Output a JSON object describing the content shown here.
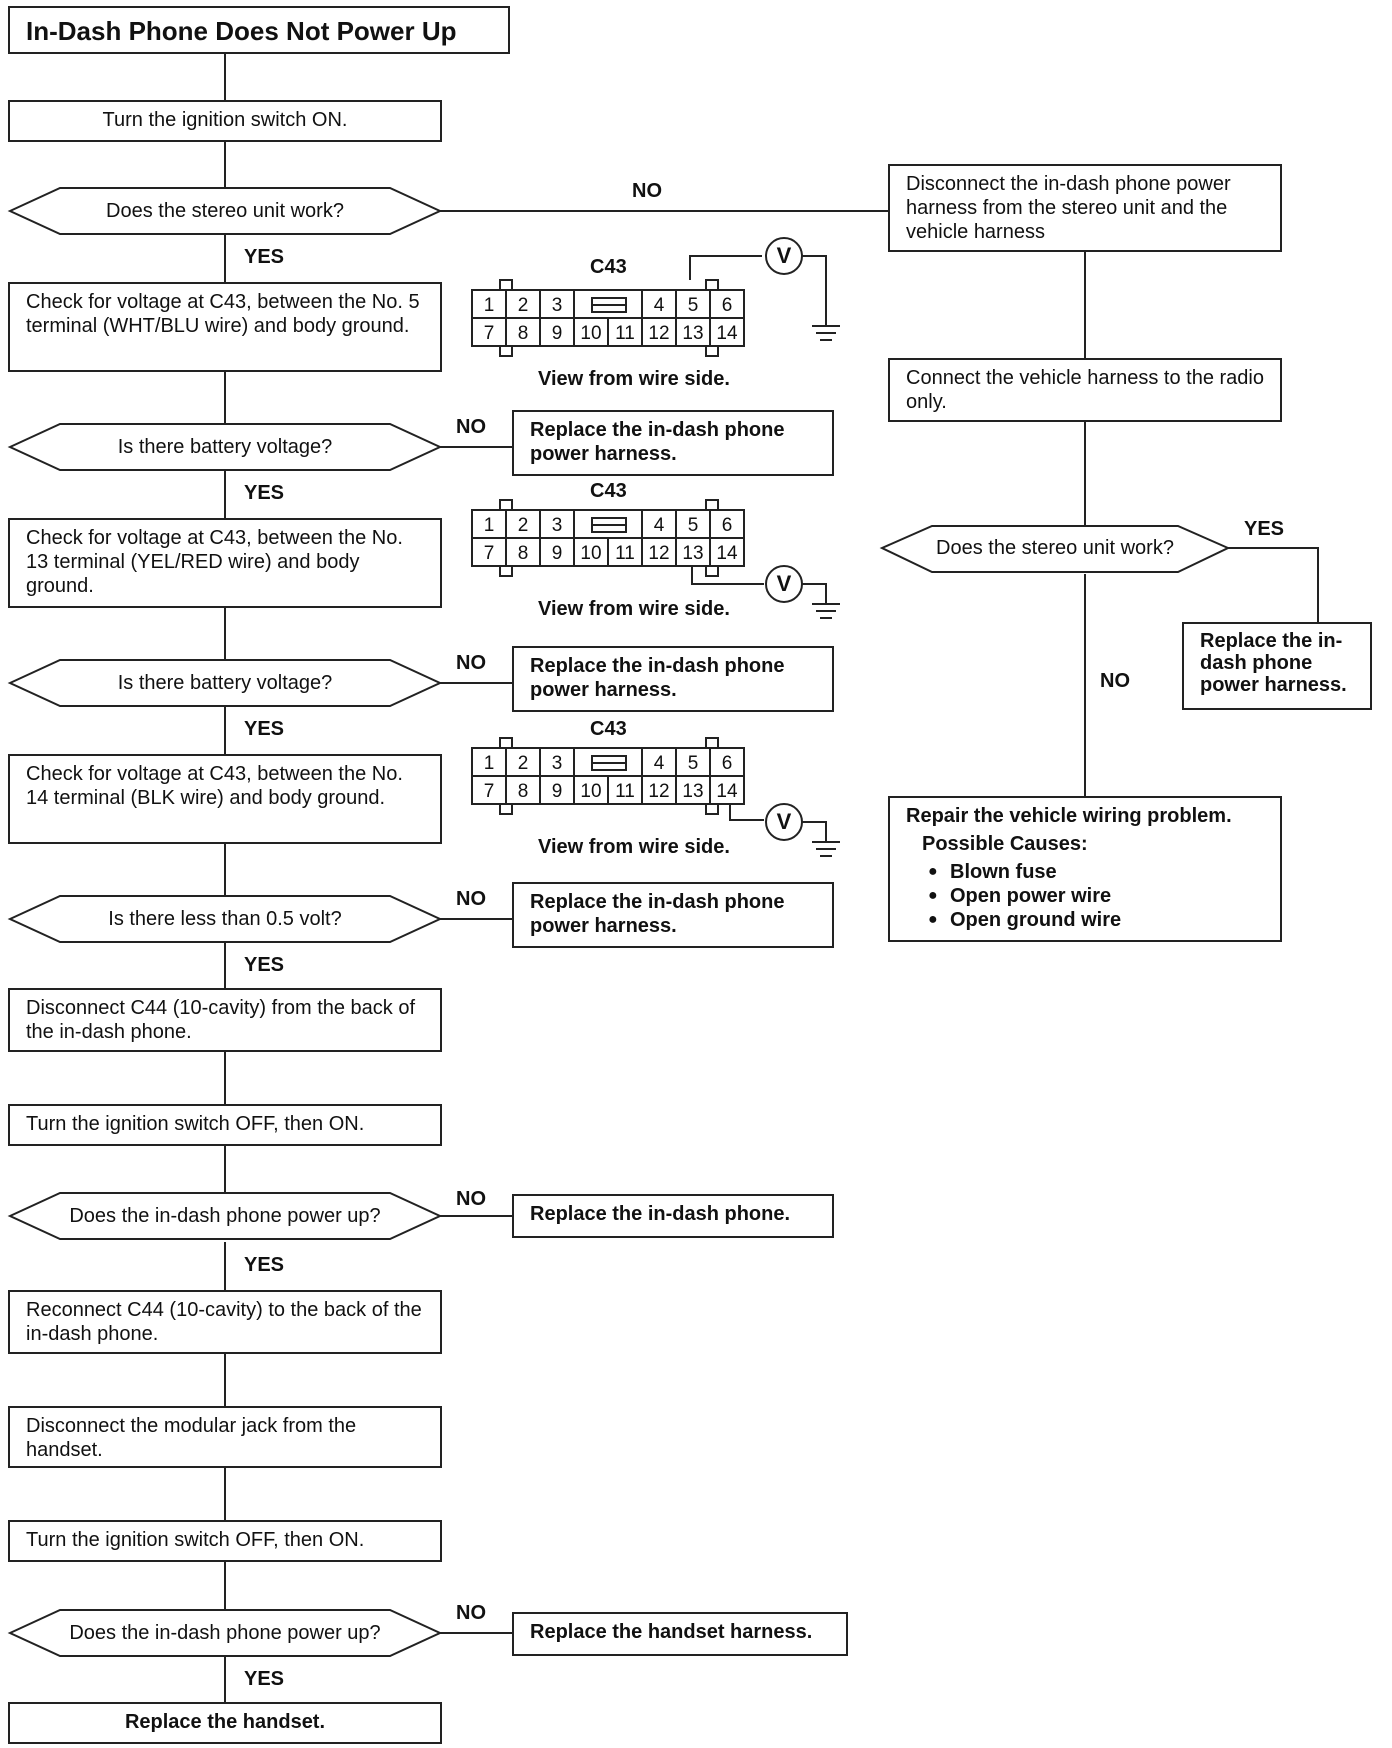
{
  "title": "In-Dash Phone Does Not Power Up",
  "steps": {
    "s1": "Turn the ignition switch ON.",
    "d1": "Does the stereo unit work?",
    "s2": "Check for voltage at C43, between the No. 5 terminal (WHT/BLU wire) and body ground.",
    "d2": "Is there battery voltage?",
    "s3": "Check for voltage at C43, between the No. 13 terminal (YEL/RED wire) and body ground.",
    "d3": "Is there battery voltage?",
    "s4": "Check for voltage at C43, between the No. 14 terminal (BLK wire) and body ground.",
    "d4": "Is there less than 0.5 volt?",
    "s5": "Disconnect C44 (10-cavity) from the back of the in-dash phone.",
    "s6": "Turn the ignition switch OFF, then ON.",
    "d5": "Does the in-dash phone power up?",
    "s7": "Reconnect C44 (10-cavity) to the back of the in-dash phone.",
    "s8": "Disconnect the modular jack from the handset.",
    "s9": "Turn the ignition switch OFF, then ON.",
    "d6": "Does the in-dash phone power up?",
    "s10": "Replace the handset."
  },
  "results": {
    "r1": "Replace the in-dash phone power harness.",
    "r2": "Replace the in-dash phone power harness.",
    "r3": "Replace the in-dash phone power harness.",
    "r4": "Replace the in-dash phone.",
    "r5": "Replace the handset harness."
  },
  "right": {
    "b1": "Disconnect the in-dash phone power harness from the stereo unit and the vehicle harness",
    "b2": "Connect the vehicle harness to the radio only.",
    "d1": "Does the stereo unit work?",
    "r1": "Replace the in-dash phone power harness.",
    "repair_title": "Repair the vehicle wiring problem.",
    "causes_label": "Possible Causes:",
    "causes": [
      "Blown fuse",
      "Open power wire",
      "Open ground wire"
    ]
  },
  "labels": {
    "yes": "YES",
    "no": "NO"
  },
  "connector": {
    "name": "C43",
    "view": "View from wire side.",
    "top_row": [
      "1",
      "2",
      "3",
      "4",
      "5",
      "6"
    ],
    "bottom_row": [
      "7",
      "8",
      "9",
      "10",
      "11",
      "12",
      "13",
      "14"
    ],
    "meter": "V"
  }
}
